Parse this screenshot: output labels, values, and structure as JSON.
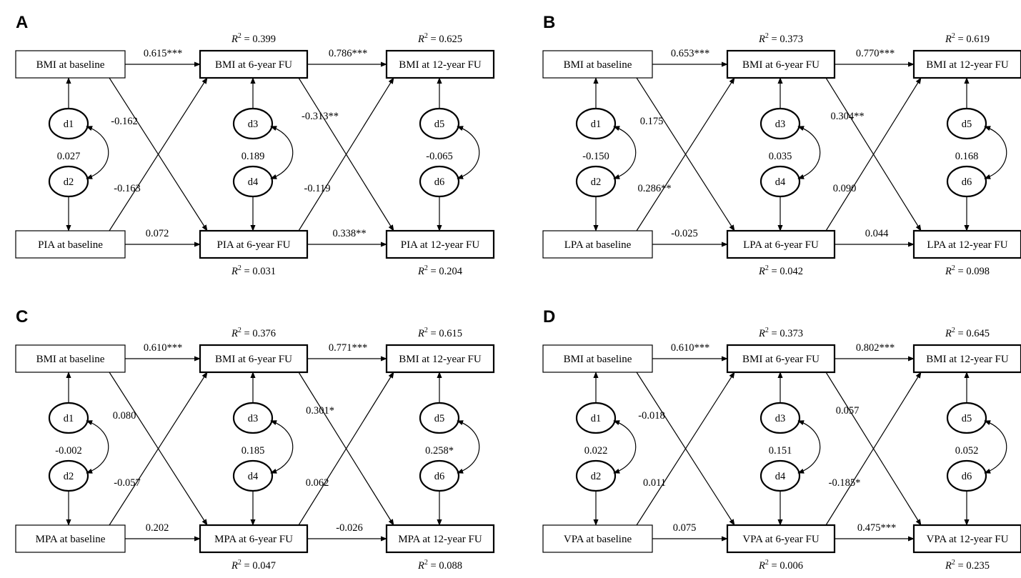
{
  "panels": [
    {
      "letter": "A",
      "boxes": {
        "top1": "BMI at baseline",
        "top2": "BMI at 6-year FU",
        "top3": "BMI at 12-year FU",
        "bot1": "PIA at baseline",
        "bot2": "PIA at 6-year FU",
        "bot3": "PIA at 12-year FU"
      },
      "r2": {
        "top2": "0.399",
        "top3": "0.625",
        "bot2": "0.031",
        "bot3": "0.204"
      },
      "paths": {
        "t1t2": "0.615***",
        "t2t3": "0.786***",
        "b1b2": "0.072",
        "b2b3": "0.338**",
        "t1b2": "-0.162",
        "b1t2": "-0.163",
        "t2b3": "-0.313**",
        "b2t3": "-0.119"
      },
      "cov": {
        "d12": "0.027",
        "d34": "0.189",
        "d56": "-0.065"
      }
    },
    {
      "letter": "B",
      "boxes": {
        "top1": "BMI at baseline",
        "top2": "BMI at 6-year FU",
        "top3": "BMI at 12-year FU",
        "bot1": "LPA at baseline",
        "bot2": "LPA at 6-year FU",
        "bot3": "LPA at 12-year FU"
      },
      "r2": {
        "top2": "0.373",
        "top3": "0.619",
        "bot2": "0.042",
        "bot3": "0.098"
      },
      "paths": {
        "t1t2": "0.653***",
        "t2t3": "0.770***",
        "b1b2": "-0.025",
        "b2b3": "0.044",
        "t1b2": "0.175",
        "b1t2": "0.286**",
        "t2b3": "0.304**",
        "b2t3": "0.090"
      },
      "cov": {
        "d12": "-0.150",
        "d34": "0.035",
        "d56": "0.168"
      }
    },
    {
      "letter": "C",
      "boxes": {
        "top1": "BMI at baseline",
        "top2": "BMI at 6-year FU",
        "top3": "BMI at 12-year FU",
        "bot1": "MPA at baseline",
        "bot2": "MPA at 6-year FU",
        "bot3": "MPA at 12-year FU"
      },
      "r2": {
        "top2": "0.376",
        "top3": "0.615",
        "bot2": "0.047",
        "bot3": "0.088"
      },
      "paths": {
        "t1t2": "0.610***",
        "t2t3": "0.771***",
        "b1b2": "0.202",
        "b2b3": "-0.026",
        "t1b2": "0.080",
        "b1t2": "-0.057",
        "t2b3": "0.301*",
        "b2t3": "0.062"
      },
      "cov": {
        "d12": "-0.002",
        "d34": "0.185",
        "d56": "0.258*"
      }
    },
    {
      "letter": "D",
      "boxes": {
        "top1": "BMI at baseline",
        "top2": "BMI at 6-year FU",
        "top3": "BMI at 12-year FU",
        "bot1": "VPA at baseline",
        "bot2": "VPA at 6-year FU",
        "bot3": "VPA at 12-year FU"
      },
      "r2": {
        "top2": "0.373",
        "top3": "0.645",
        "bot2": "0.006",
        "bot3": "0.235"
      },
      "paths": {
        "t1t2": "0.610***",
        "t2t3": "0.802***",
        "b1b2": "0.075",
        "b2b3": "0.475***",
        "t1b2": "-0.018",
        "b1t2": "0.011",
        "t2b3": "0.057",
        "b2t3": "-0.185*"
      },
      "cov": {
        "d12": "0.022",
        "d34": "0.151",
        "d56": "0.052"
      }
    }
  ],
  "r2_label": {
    "letter": "R",
    "exp": "2",
    "eq": " = "
  },
  "disturbances": [
    "d1",
    "d2",
    "d3",
    "d4",
    "d5",
    "d6"
  ]
}
